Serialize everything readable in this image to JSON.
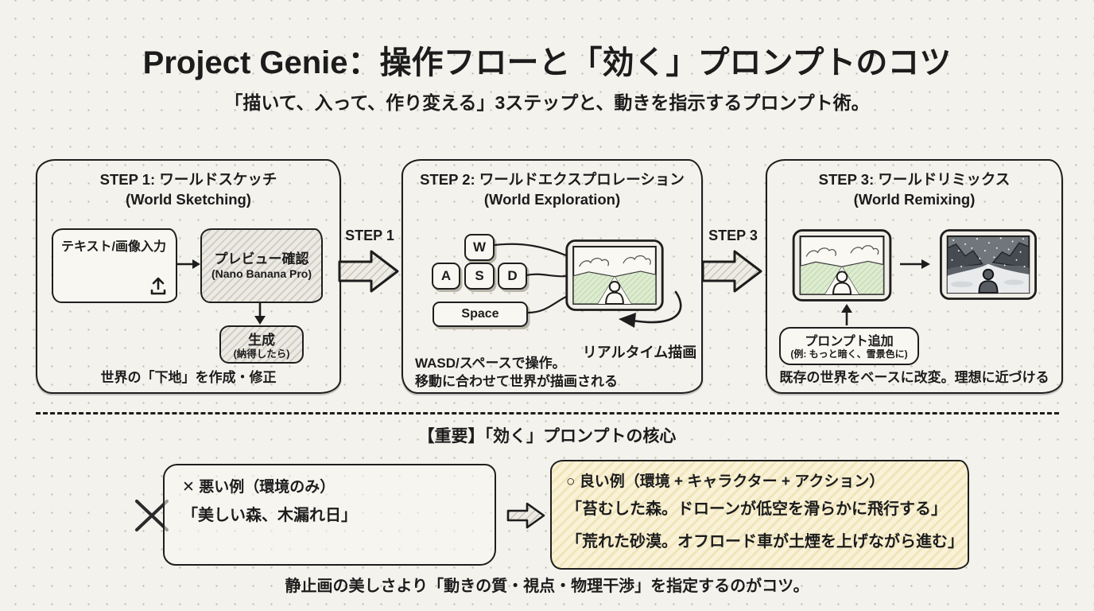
{
  "title": "Project Genie：操作フローと「効く」プロンプトのコツ",
  "subtitle": "「描いて、入って、作り変える」3ステップと、動きを指示するプロンプト術。",
  "colors": {
    "paper": "#f4f2ed",
    "ink": "#1c1c1c",
    "hatch_line": "#b9b6a9",
    "green_fill": "#ddebd0",
    "good_box_bg": "#f9f2d7",
    "night_sky": "#70767b",
    "night_mountain": "#454b51",
    "snow_ground": "#e8eaec"
  },
  "step1": {
    "title": "STEP 1: ワールドスケッチ",
    "subtitle": "(World Sketching)",
    "input_label": "テキスト/画像入力",
    "preview_title": "プレビュー確認",
    "preview_sub": "(Nano Banana Pro)",
    "generate_title": "生成",
    "generate_sub": "(納得したら)",
    "caption": "世界の「下地」を作成・修正"
  },
  "step2": {
    "title": "STEP 2: ワールドエクスプロレーション",
    "subtitle": "(World Exploration)",
    "keys": [
      "W",
      "A",
      "S",
      "D"
    ],
    "space_key": "Space",
    "realtime_label": "リアルタイム描画",
    "caption1": "WASD/スペースで操作。",
    "caption2": "移動に合わせて世界が描画される"
  },
  "step3": {
    "title": "STEP 3: ワールドリミックス",
    "subtitle": "(World Remixing)",
    "prompt_title": "プロンプト追加",
    "prompt_sub": "(例: もっと暗く、雪景色に)",
    "caption": "既存の世界をベースに改変。理想に近づける"
  },
  "flow": {
    "arrow1_label": "STEP 1",
    "arrow2_label": "STEP 3"
  },
  "prompt_tips": {
    "heading": "【重要】「効く」プロンプトの核心",
    "bad_title": "✕ 悪い例（環境のみ）",
    "bad_example": "「美しい森、木漏れ日」",
    "good_title": "○ 良い例（環境 + キャラクター + アクション）",
    "good_example1": "「苔むした森。ドローンが低空を滑らかに飛行する」",
    "good_example2": "「荒れた砂漠。オフロード車が土煙を上げながら進む」",
    "footer": "静止画の美しさより「動きの質・視点・物理干渉」を指定するのがコツ。"
  },
  "icons": {
    "upload": "upload-icon",
    "arrow_right": "arrow-right-icon",
    "arrow_down": "arrow-down-icon",
    "arrow_up": "arrow-up-icon",
    "big_step_arrow": "big-step-arrow-icon",
    "curved_arrow": "curved-arrow-icon",
    "hollow_arrow": "hollow-arrow-icon",
    "cross_mark": "cross-icon"
  }
}
